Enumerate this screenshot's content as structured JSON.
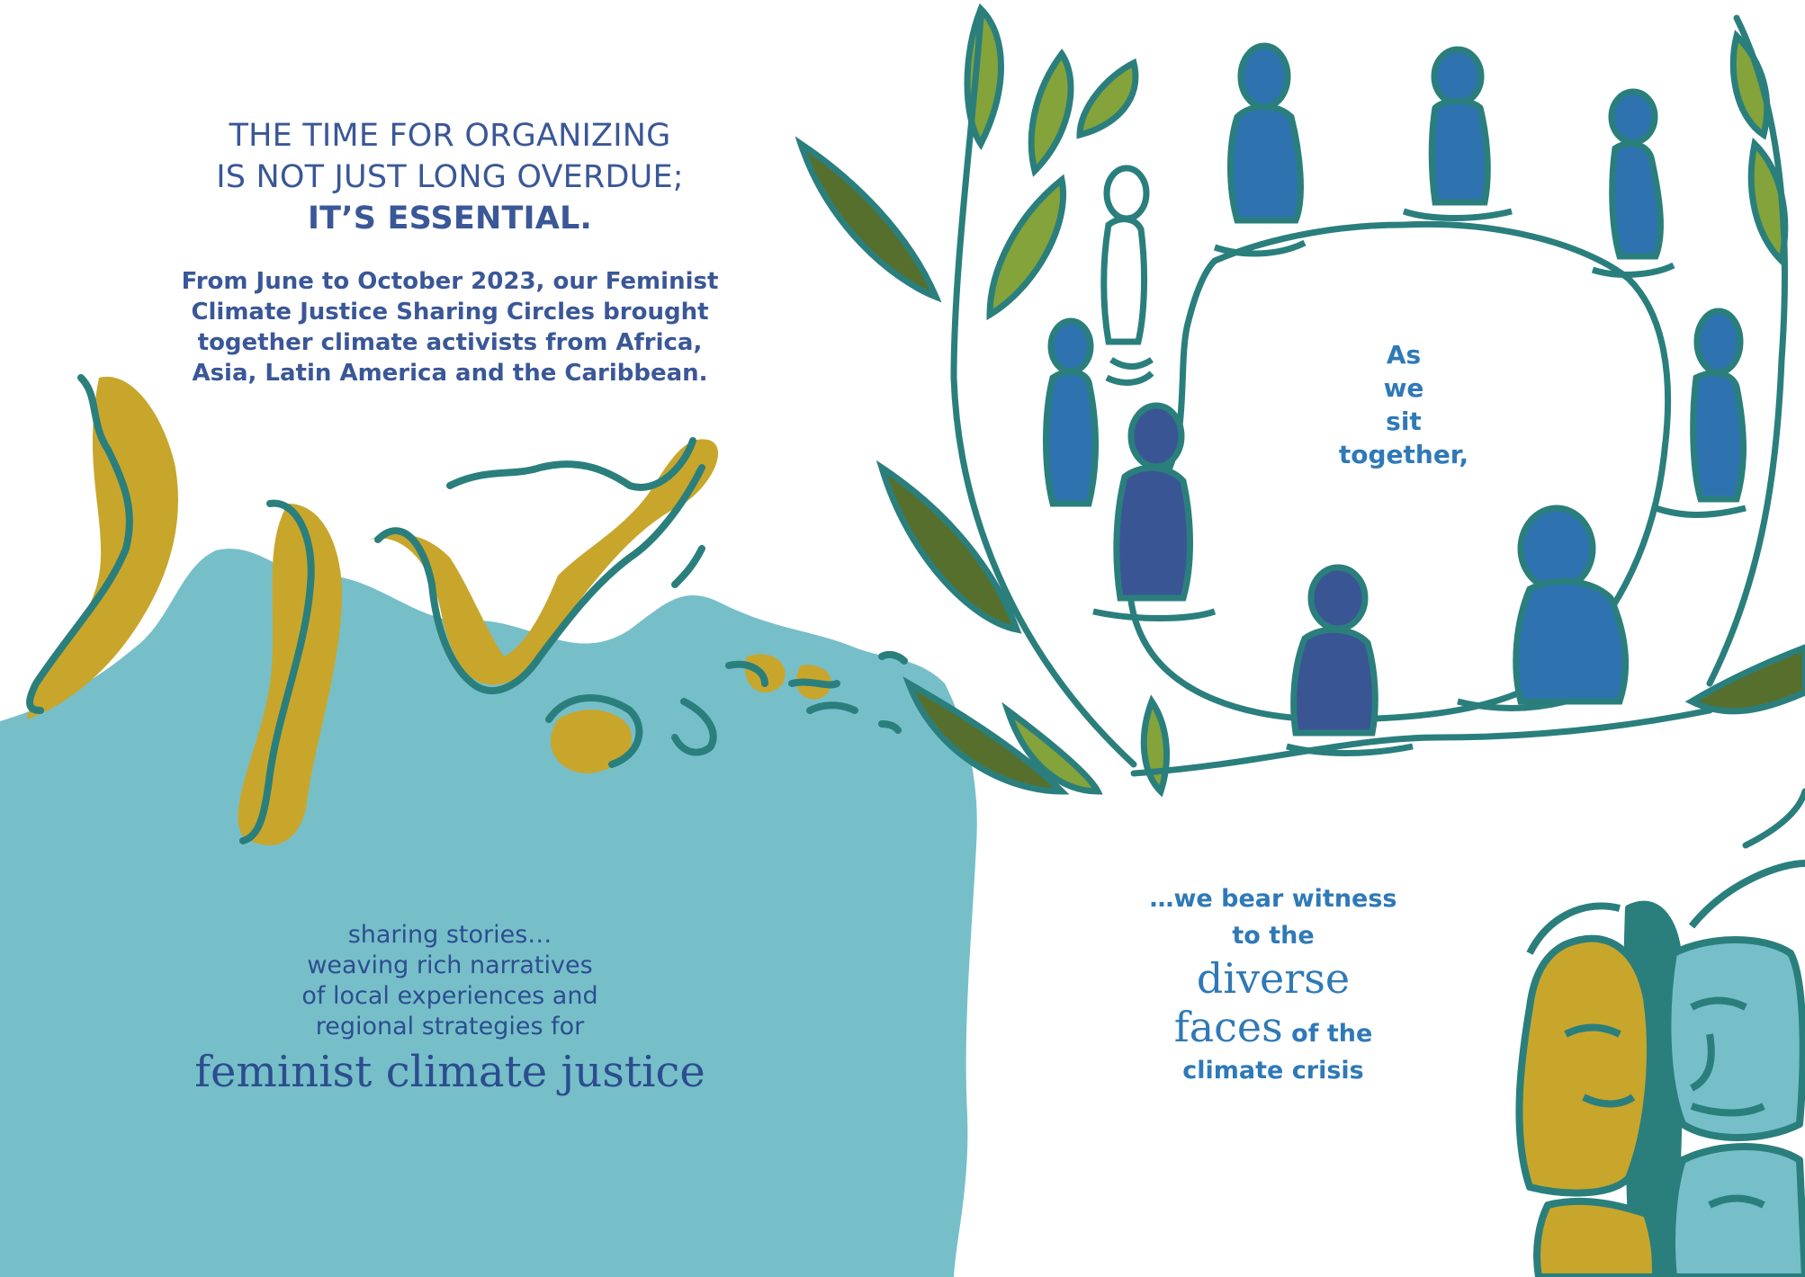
{
  "headline": {
    "line1": "THE TIME FOR ORGANIZING",
    "line2": "IS NOT JUST LONG OVERDUE;",
    "line3": "IT’S ESSENTIAL."
  },
  "intro": {
    "line1": "From June to October 2023, our Feminist",
    "line2": "Climate Justice Sharing Circles brought",
    "line3": "together climate activists from Africa,",
    "line4": "Asia, Latin America and the Caribbean."
  },
  "sharing": {
    "line1": "sharing stories…",
    "line2": "weaving rich narratives",
    "line3": "of local experiences and",
    "line4": "regional strategies for",
    "emphasis": "feminist climate justice"
  },
  "circle_caption": {
    "line1": "As",
    "line2": "we",
    "line3": "sit",
    "line4": "together,"
  },
  "witness": {
    "line1": "…we bear witness",
    "line2": "to the",
    "line3": "diverse",
    "line4a": "faces",
    "line4b": "of the",
    "line5": "climate crisis"
  },
  "colors": {
    "navy_text": "#3a5797",
    "blue_text": "#2f79b7",
    "teal_outline": "#2a7f7d",
    "light_teal": "#76bfc9",
    "mustard": "#c8a62c",
    "olive_green": "#84a33a",
    "dark_green": "#566f2c",
    "figure_blue": "#2e73b0",
    "figure_dark_blue": "#3a5594"
  }
}
